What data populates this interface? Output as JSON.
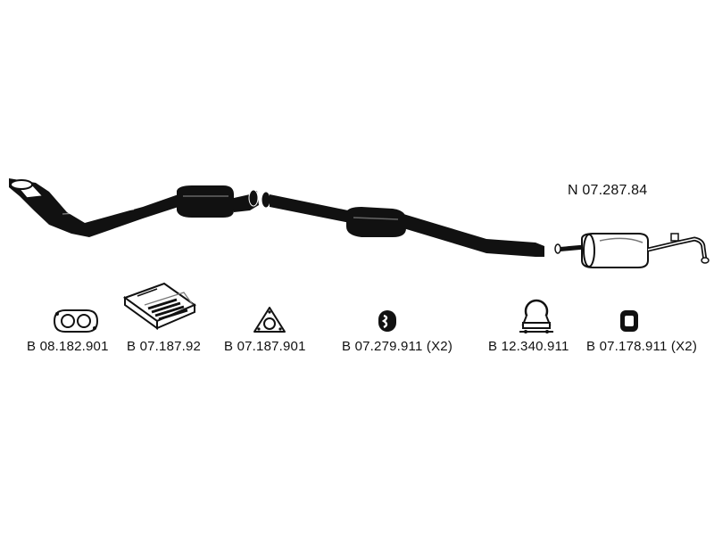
{
  "main_part": {
    "code": "N 07.287.84"
  },
  "parts": [
    {
      "code": "B 08.182.901",
      "icon": "flange-gasket-icon"
    },
    {
      "code": "B 07.187.92",
      "icon": "mounting-kit-box-icon"
    },
    {
      "code": "B 07.187.901",
      "icon": "triangular-gasket-icon"
    },
    {
      "code": "B 07.279.911 (X2)",
      "icon": "rubber-hanger-icon"
    },
    {
      "code": "B 12.340.911",
      "icon": "pipe-clamp-icon"
    },
    {
      "code": "B 07.178.911 (X2)",
      "icon": "rubber-mount-icon"
    }
  ],
  "colors": {
    "ink": "#111111",
    "background": "#ffffff",
    "shade": "#777777"
  }
}
